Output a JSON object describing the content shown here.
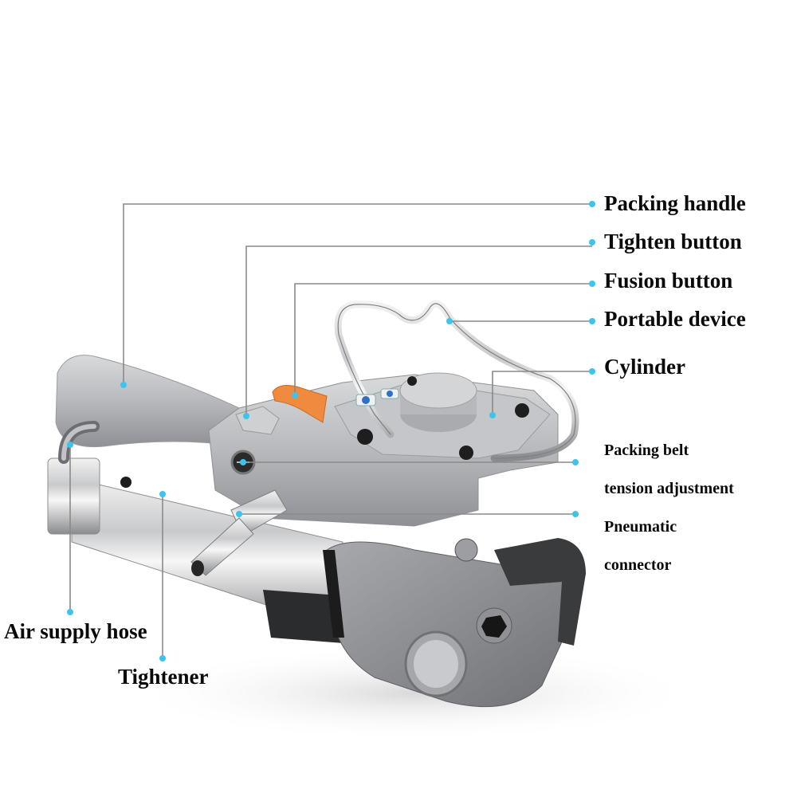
{
  "diagram": {
    "subject": "Pneumatic strapping tool",
    "accent_dot_color": "#3cc4ec",
    "leader_line_color": "#8a8a8a",
    "callouts": [
      {
        "id": "packing-handle",
        "label": "Packing handle"
      },
      {
        "id": "tighten-button",
        "label": "Tighten button"
      },
      {
        "id": "fusion-button",
        "label": "Fusion button"
      },
      {
        "id": "portable-device",
        "label": "Portable device"
      },
      {
        "id": "cylinder",
        "label": "Cylinder"
      },
      {
        "id": "belt-tension",
        "label_line1": "Packing belt",
        "label_line2": "tension adjustment"
      },
      {
        "id": "pneumatic-connector",
        "label_line1": "Pneumatic",
        "label_line2": "connector"
      },
      {
        "id": "air-supply-hose",
        "label": "Air supply hose"
      },
      {
        "id": "tightener",
        "label": "Tightener"
      }
    ]
  }
}
